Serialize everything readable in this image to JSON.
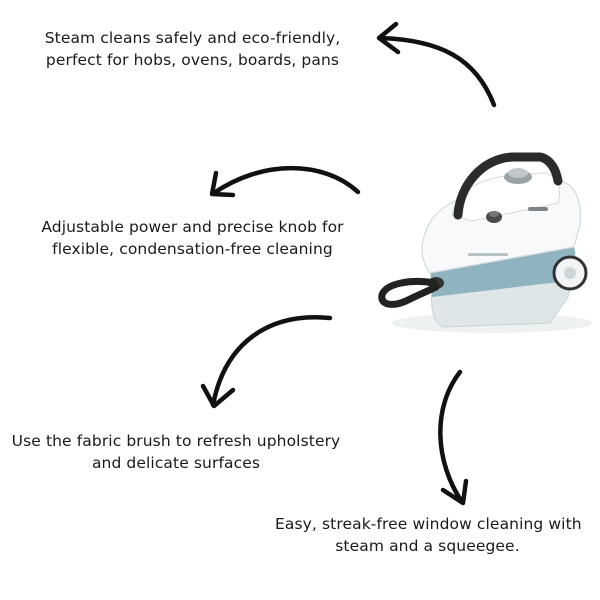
{
  "features": [
    {
      "line1": "Steam cleans safely and eco-friendly,",
      "line2": "perfect for hobs, ovens, boards, pans"
    },
    {
      "line1": "Adjustable power and precise knob for",
      "line2": "flexible, condensation-free cleaning"
    },
    {
      "line1": "Use the fabric brush to refresh upholstery",
      "line2": "and delicate surfaces"
    },
    {
      "line1": "Easy, streak-free window cleaning with",
      "line2": "steam and a squeegee."
    }
  ],
  "colors": {
    "text": "#1a1a1a",
    "arrow": "#111111",
    "body": "#f4f6f7",
    "accent": "#8fb4bf",
    "handle": "#2b2b2b"
  }
}
